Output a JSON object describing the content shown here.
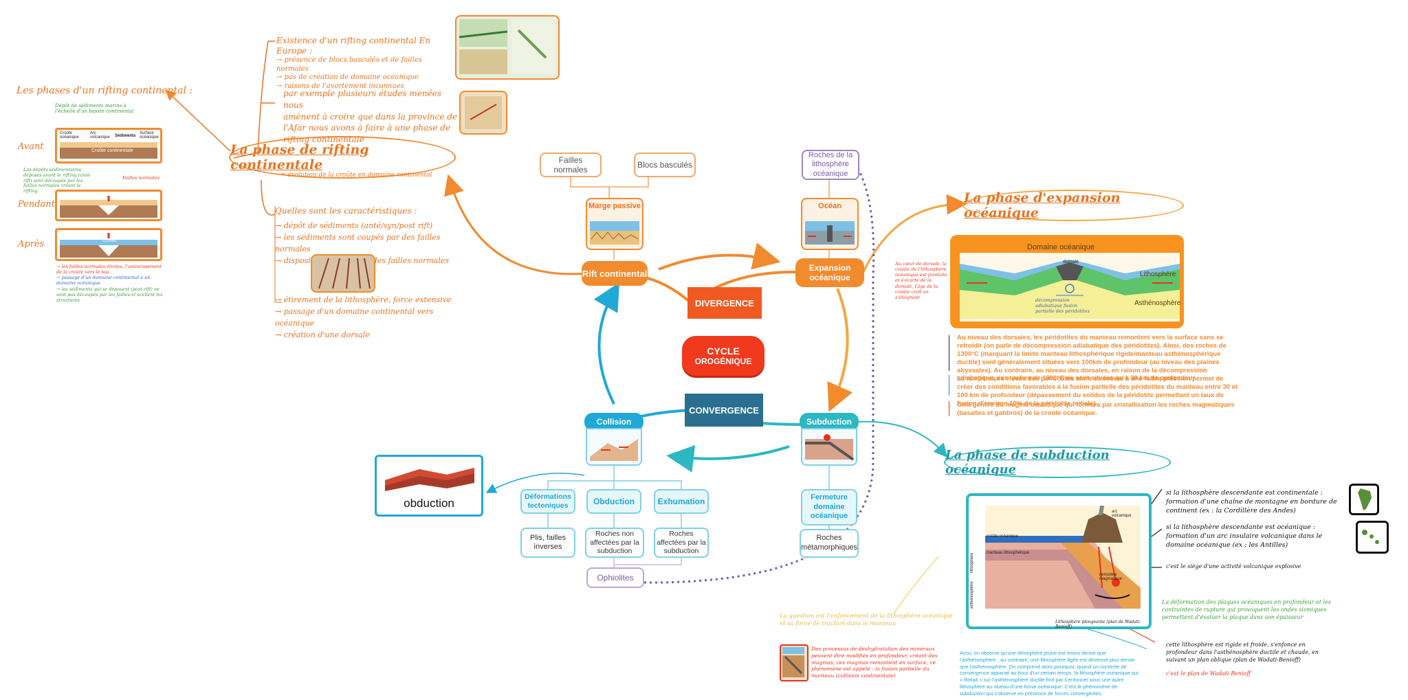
{
  "center": {
    "divergence": "DIVERGENCE",
    "cycle_line1": "CYCLE",
    "cycle_line2": "OROGÉNIQUE",
    "convergence": "CONVERGENCE"
  },
  "nodes": {
    "rift": "Rift continental",
    "marge": "Marge passive",
    "failles": "Failles normales",
    "blocs": "Blocs basculés",
    "expansion": "Expansion océanique",
    "ocean": "Océan",
    "roches_litho": "Roches de la lithosphère océanique",
    "subduction": "Subduction",
    "fermeture": "Fermeture domaine océanique",
    "roches_meta": "Roches métamorphiques",
    "collision": "Collision",
    "deformations": "Déformations tectoniques",
    "obduction": "Obduction",
    "exhumation": "Exhumation",
    "plis": "Plis, failles inverses",
    "roches_non": "Roches non affectées par la subduction",
    "roches_aff": "Roches affectées par la subduction",
    "ophiolites": "Ophiolites",
    "obduction_img": "obduction"
  },
  "titles": {
    "rifting": "La phase de rifting continentale",
    "rifting_sub": "= évolution de la croûte en domaine continental",
    "expansion": "La phase d'expansion océanique",
    "subduction": "La phase de subduction océanique",
    "phases_rifting": "Les phases d'un rifting continental :"
  },
  "left_panel": {
    "avant": "Avant",
    "pendant": "Pendant",
    "apres": "Après",
    "label_croute_oceanique": "Croûte océanique",
    "label_arc": "Arc volcanique",
    "label_sediments": "Sédiments",
    "label_surface": "Surface océanique",
    "label_croute_continentale": "Croûte continentale",
    "label_depot": "Dépôt de sédiments marins à l'échelle d'un bassin continental",
    "label_depots_pendant": "Les dépôts sédimentaires déposés avant le rifting (anté-rift) sont découpés par les failles normales créant le rifting",
    "label_failles": "Failles normales",
    "label_ocean": "Océan",
    "notes": [
      "→ les failles normales étirées, l'amincissement de la croûte vers le bas",
      "→ passage d'un domaine continental à un domaine océanique",
      "→ les sédiments qui se déposent (post-rift) ne sont pas découpés par les failles et scellent les structures"
    ]
  },
  "top_notes": {
    "lines1": [
      "Existence d'un rifting continental En Europe :",
      "→ présence de blocs basculés et de failles normales",
      "→ pas de création de domaine océanique",
      "→ raisons de l'avortement inconnues"
    ],
    "lines2": [
      "par exemple plusieurs études menées nous",
      "amènent à croire que dans la province de",
      "l'Afar nous avons à faire à une phase de",
      "rifting continentale"
    ]
  },
  "rifting_notes": {
    "question": "Quelles sont les caractéristiques :",
    "lines": [
      "→ dépôt de sédiments (anté/syn/post rift)",
      "→ les sédiments sont coupés par des failles normales",
      "→ disposition en éventail des failles normales",
      "→ étirement de la lithosphère, force extensive",
      "→ passage d'un domaine continental vers océanique",
      "→ création d'une dorsale"
    ]
  },
  "expansion_panel": {
    "domaine": "Domaine océanique",
    "lithosphere": "Lithosphère",
    "asthenosphere": "Asthénosphère",
    "left_note": "Au cœur de dorsale, la croûte de l'lithosphère océanique est produite et s'écarte de la dorsale, l'âge de la croûte croît en s'éloignant",
    "dorsale": "dorsale",
    "decompression": "décompression adiabatique  fusion partielle des péridotites",
    "paragraphs": [
      "Au niveau des dorsales, les péridotites du manteau remontent vers la surface sans se refroidir (on parle de décompression adiabatique des péridotites). Ainsi, des roches de 1300°C (marquant la limite manteau lithosphérique rigide/manteau asthénosphérique ductile) sont généralement situées vers 100km de profondeur (au niveau des plaines abyssales). Au contraire, au niveau des dorsales, en raison de la décompression adiabatique, ces roches de 1300°C ne sont situées qu'à 30 km de profondeur.",
      "La température élevée des péridotites alors soumises à une faible pression permet de créer des conditions favorables à la fusion partielle des péridotites du manteau entre 30 et 100 km de profondeur (dépassement du solidus de la péridotite permettant un taux de fusion d'environ 10% de la péridotite initiale).",
      "Cela génère du magma basaltique qui formera par cristallisation les roches magmatiques (basaltes et gabbros) de la croûte océanique."
    ]
  },
  "subduction_panel": {
    "notes_right": [
      "si la lithosphère descendante est continentale : formation d'une chaîne de montagne en bordure de continent (ex : la Cordillère des Andes)",
      "si la lithosphère descendante est océanique : formation d'un arc insulaire volcanique dans le domaine océanique (ex : les Antilles)",
      "c'est le siège d'une activité volcanique explosive"
    ],
    "green_note": "La déformation des plaques océaniques en profondeur et les contraintes de rupture qui provoquent les ondes sismiques permettent d'évaluer la plaque dans son épaisseur",
    "black_note": "cette lithosphère est rigide et froide, s'enfonce en profondeur dans l'asthénosphère ductile et chaude, en suivant un plan oblique (plan de Wadati-Benioff)",
    "red_bottom": "c'est le plan de Wadati-Benioff",
    "yellow_note": "La question est l'enfoncement de la lithosphère océanique et sa force de traction dans le manteau",
    "red_note": "Des processus de déshydratation des minéraux peuvent être modifiés en profondeur, créant des magmas, ces magmas remontent en surface, ce phénomène est appelé : la fusion partielle du manteau (collision continentale)",
    "blue_paragraph": "Ainsi, on observe qu'une lithosphère jeune est moins dense que l'asthénosphère ; au contraire, une lithosphère âgée est devenue plus dense que l'asthénosphère. On comprend alors pourquoi, quand un contexte de convergence apparait au bout d'un certain temps, la lithosphère océanique qui « flottait » sur l'asthénosphère ductile finit par s'enfoncer sous une autre lithosphère au niveau d'une fosse océanique. C'est le phénomène de subduction qui s'observe en présence de forces convergentes.",
    "legend_plan": "Lithosphère plongeante (plan de Wadati-Benioff)",
    "lab_arc": "arc volcanique",
    "lab_croute": "croûte océanique",
    "lab_manteau": "manteau lithosphérique",
    "lab_litho": "lithosphère",
    "lab_astheno": "asthénosphère",
    "lab_magma": "remontée magmatique"
  },
  "colors": {
    "orange": "#f28a2e",
    "blue": "#1ea9d6",
    "teal": "#2cb7c2",
    "dark_orange": "#e8731f",
    "red": "#e8301a",
    "purple": "#7b5ba6",
    "divergence_box": "#f05a22",
    "convergence_box": "#2a6f90"
  }
}
